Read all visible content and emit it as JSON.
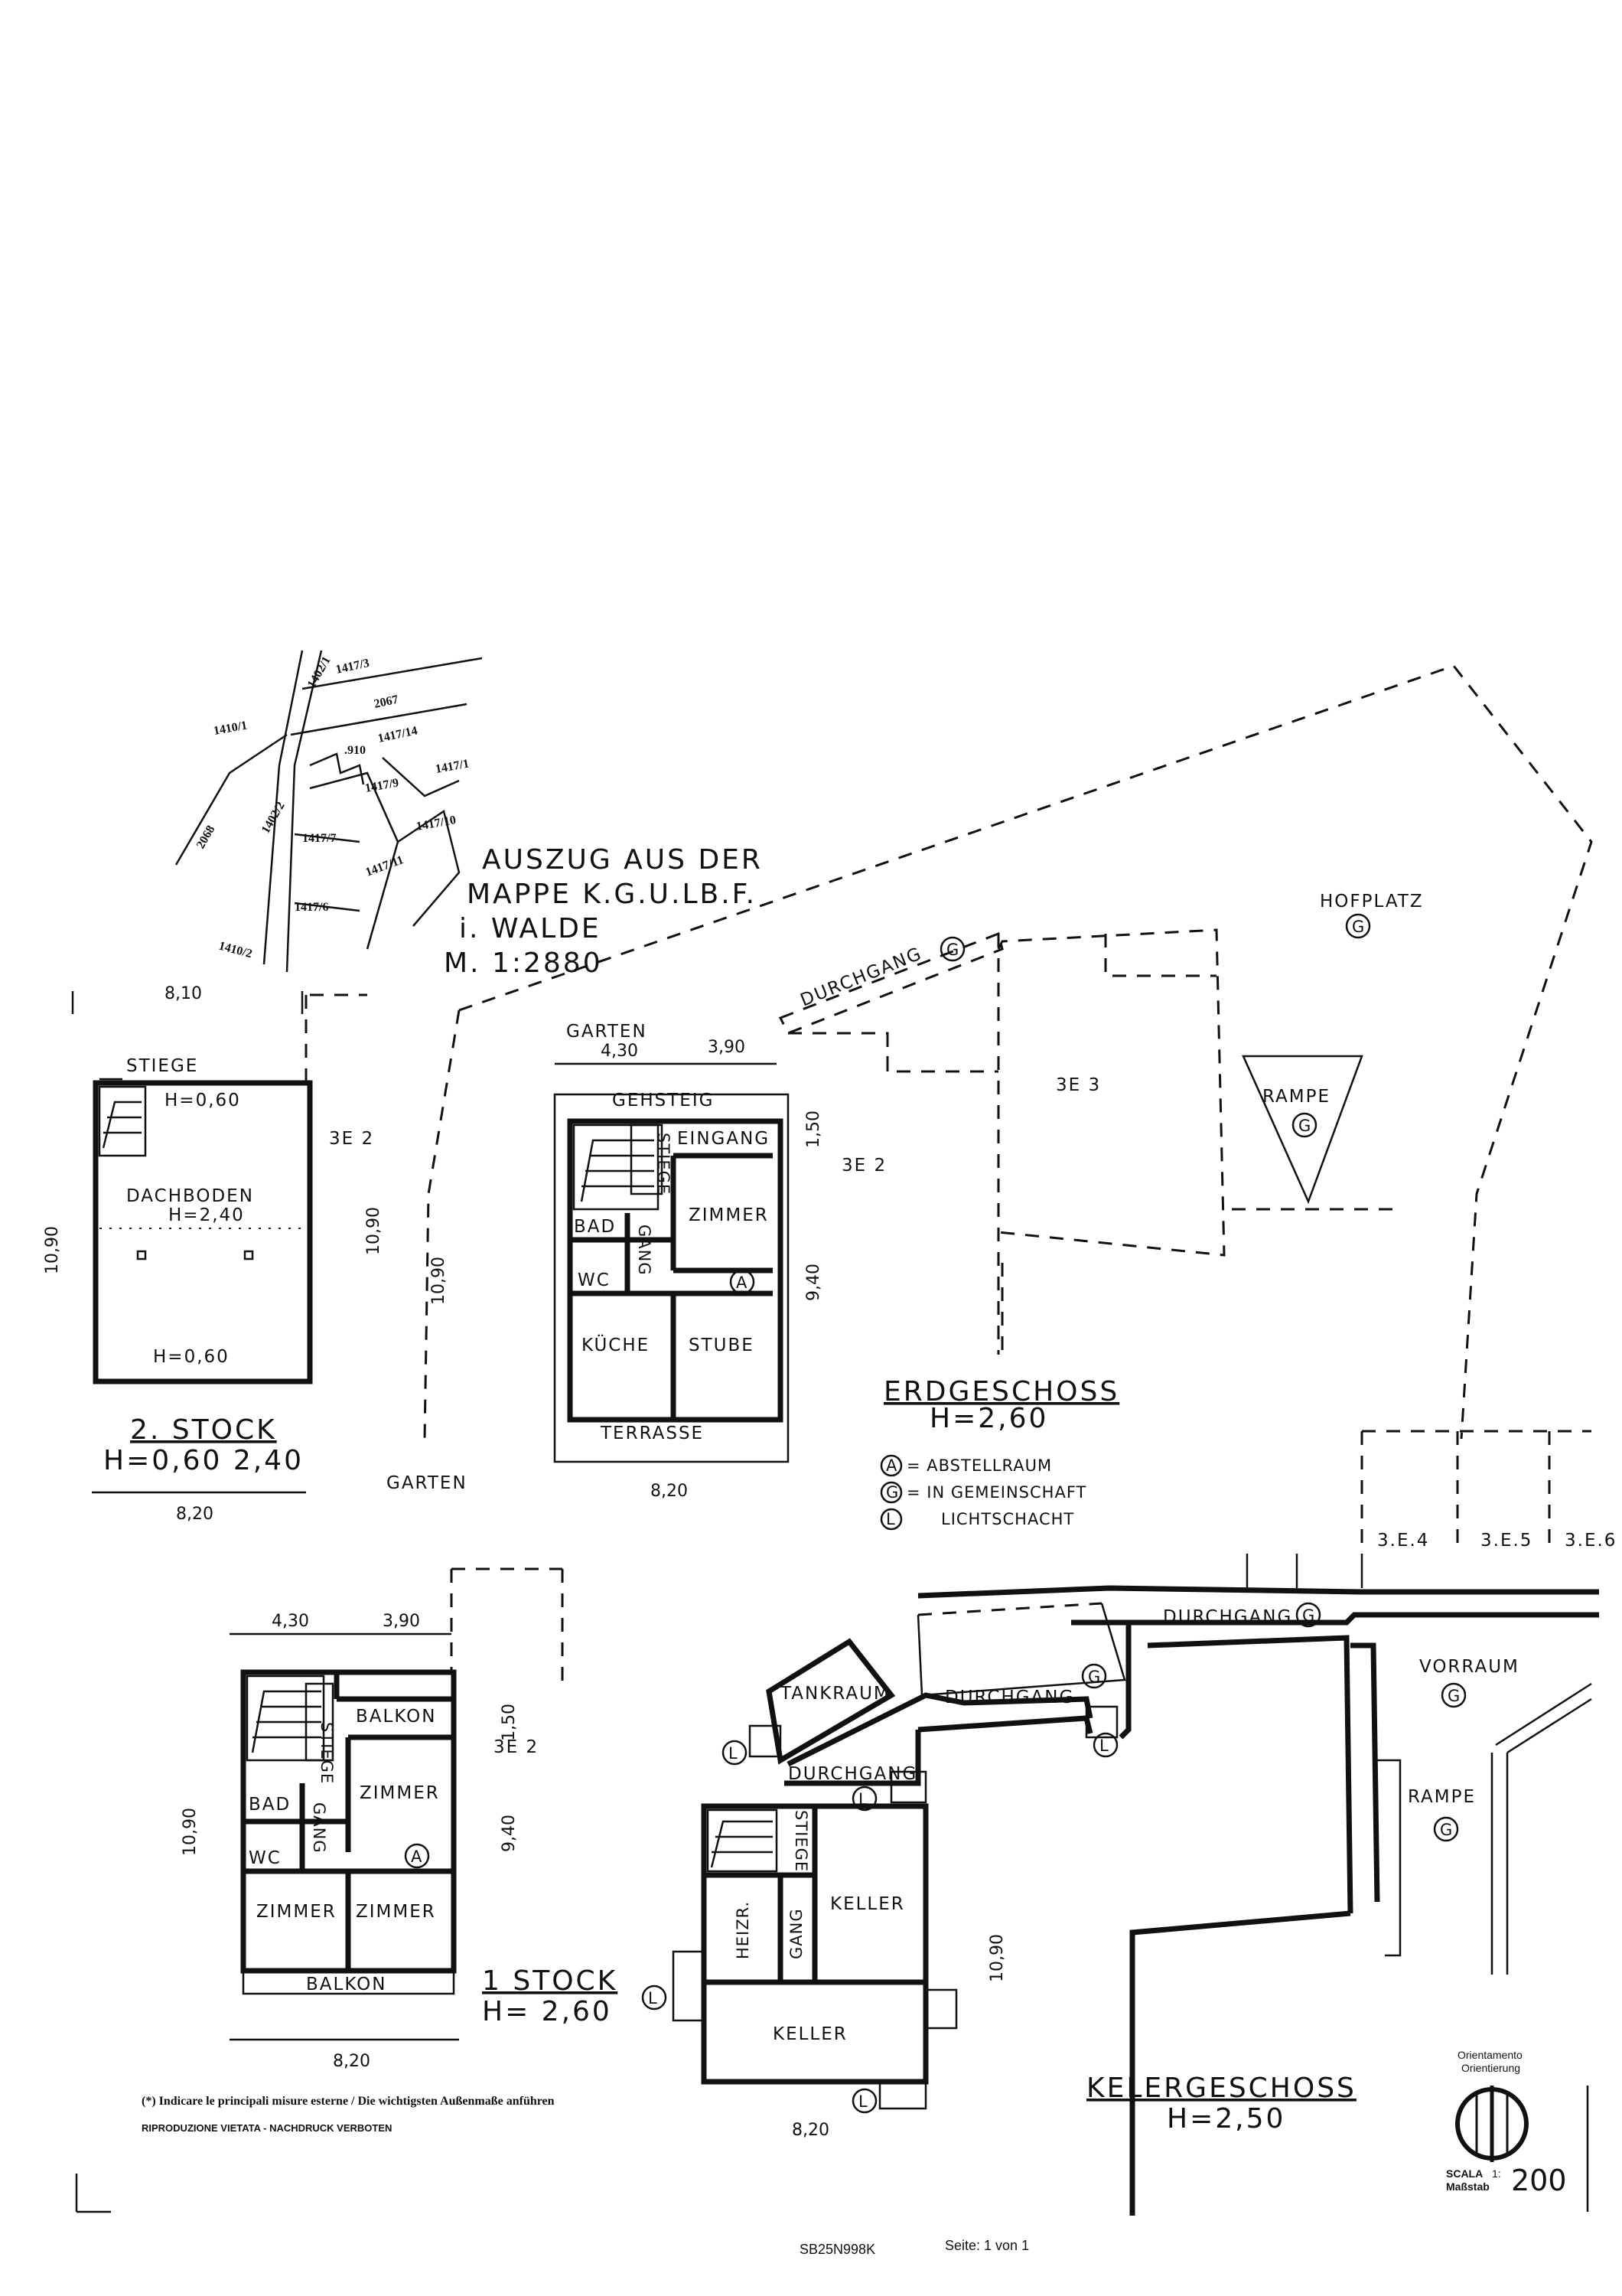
{
  "cadastral": {
    "title_lines": [
      "AUSZUG AUS DER",
      "MAPPE K.G.U.LB.F.",
      "i. WALDE",
      "M. 1:2880"
    ],
    "parcels": [
      "1417/3",
      "1402/1",
      "2067",
      "1417/14",
      "1410/1",
      ".910",
      "1417/1",
      "1417/9",
      "1402/2",
      "2068",
      "1417/7",
      "1417/10",
      "1417/11",
      "1417/6",
      "1410/2"
    ]
  },
  "site": {
    "hofplatz": "HOFPLATZ",
    "rampe": "RAMPE",
    "durchgang": "DURCHGANG",
    "be3": "3E 3",
    "be2": "3E 2"
  },
  "stock2": {
    "stiege": "STIEGE",
    "h_top": "H=0,60",
    "dachboden": "DACHBODEN",
    "h_mid": "H=2,40",
    "h_bottom": "H=0,60",
    "be2": "3E 2",
    "dim_top": "8,10",
    "dim_left": "10,90",
    "dim_right": "10,90",
    "dim_bottom": "8,20",
    "title": "2. STOCK",
    "subtitle": "H=0,60 2,40"
  },
  "erdgeschoss": {
    "garten_top": "GARTEN",
    "dim_430": "4,30",
    "dim_390": "3,90",
    "gehsteig": "GEHSTEIG",
    "eingang": "EINGANG",
    "stiege": "STIEGE",
    "zimmer": "ZIMMER",
    "bad": "BAD",
    "gang": "GANG",
    "wc": "WC",
    "a_mark": "A",
    "kueche": "KÜCHE",
    "stube": "STUBE",
    "terrasse": "TERRASSE",
    "garten_bottom": "GARTEN",
    "dim_left": "10,90",
    "dim_150": "1,50",
    "dim_940": "9,40",
    "be2": "3E 2",
    "dim_bottom": "8,20",
    "title": "ERDGESCHOSS",
    "subtitle": "H=2,60"
  },
  "legend": [
    {
      "symbol": "A",
      "text": "= ABSTELLRAUM"
    },
    {
      "symbol": "G",
      "text": "= IN GEMEINSCHAFT"
    },
    {
      "symbol": "L",
      "text": "LICHTSCHACHT"
    }
  ],
  "stock1": {
    "dim_430": "4,30",
    "dim_390": "3,90",
    "balkon_top": "BALKON",
    "stiege": "STIEGE",
    "zimmer_top": "ZIMMER",
    "bad": "BAD",
    "gang": "GANG",
    "wc": "WC",
    "a_mark": "A",
    "zimmer_left": "ZIMMER",
    "zimmer_right": "ZIMMER",
    "balkon_bottom": "BALKON",
    "dim_left": "10,90",
    "dim_150": "1,50",
    "dim_940": "9,40",
    "be2": "3E 2",
    "dim_bottom": "8,20",
    "title": "1 STOCK",
    "subtitle": "H= 2,60"
  },
  "keller": {
    "be4": "3.E.4",
    "be5": "3.E.5",
    "be6": "3.E.6",
    "durchgang_top": "DURCHGANG",
    "vorraum": "VORRAUM",
    "tankraum": "TANKRAUM",
    "durchgang_mid": "DURCHGANG",
    "durchgang_low": "DURCHGANG",
    "rampe": "RAMPE",
    "stiege": "STIEGE",
    "keller_top": "KELLER",
    "heizr": "HEIZR.",
    "gang": "GANG",
    "keller_bottom": "KELLER",
    "dim_right": "10,90",
    "dim_bottom": "8,20",
    "title": "KELERGESCHOSS",
    "subtitle": "H=2,50"
  },
  "symbols": {
    "g": "G",
    "l": "L"
  },
  "orientation": {
    "label_it": "Orientamento",
    "label_de": "Orientierung"
  },
  "scale": {
    "label_it": "SCALA",
    "label_de": "Maßstab",
    "one": "1:",
    "value": "200"
  },
  "footer": {
    "note": "(*) Indicare le principali misure esterne / Die wichtigsten Außenmaße anführen",
    "copyright": "RIPRODUZIONE VIETATA - NACHDRUCK VERBOTEN",
    "doc_id": "SB25N998K",
    "page": "Seite:  1 von  1"
  }
}
